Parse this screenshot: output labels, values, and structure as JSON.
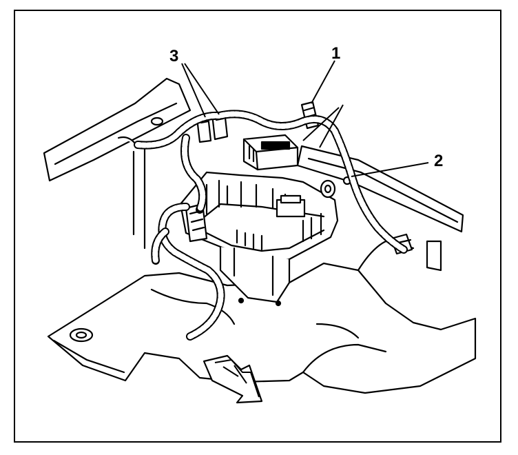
{
  "callouts": {
    "one": "1",
    "two": "2",
    "three": "3"
  },
  "colors": {
    "ink": "#000000",
    "paper": "#ffffff",
    "harness": "#ffffff"
  }
}
